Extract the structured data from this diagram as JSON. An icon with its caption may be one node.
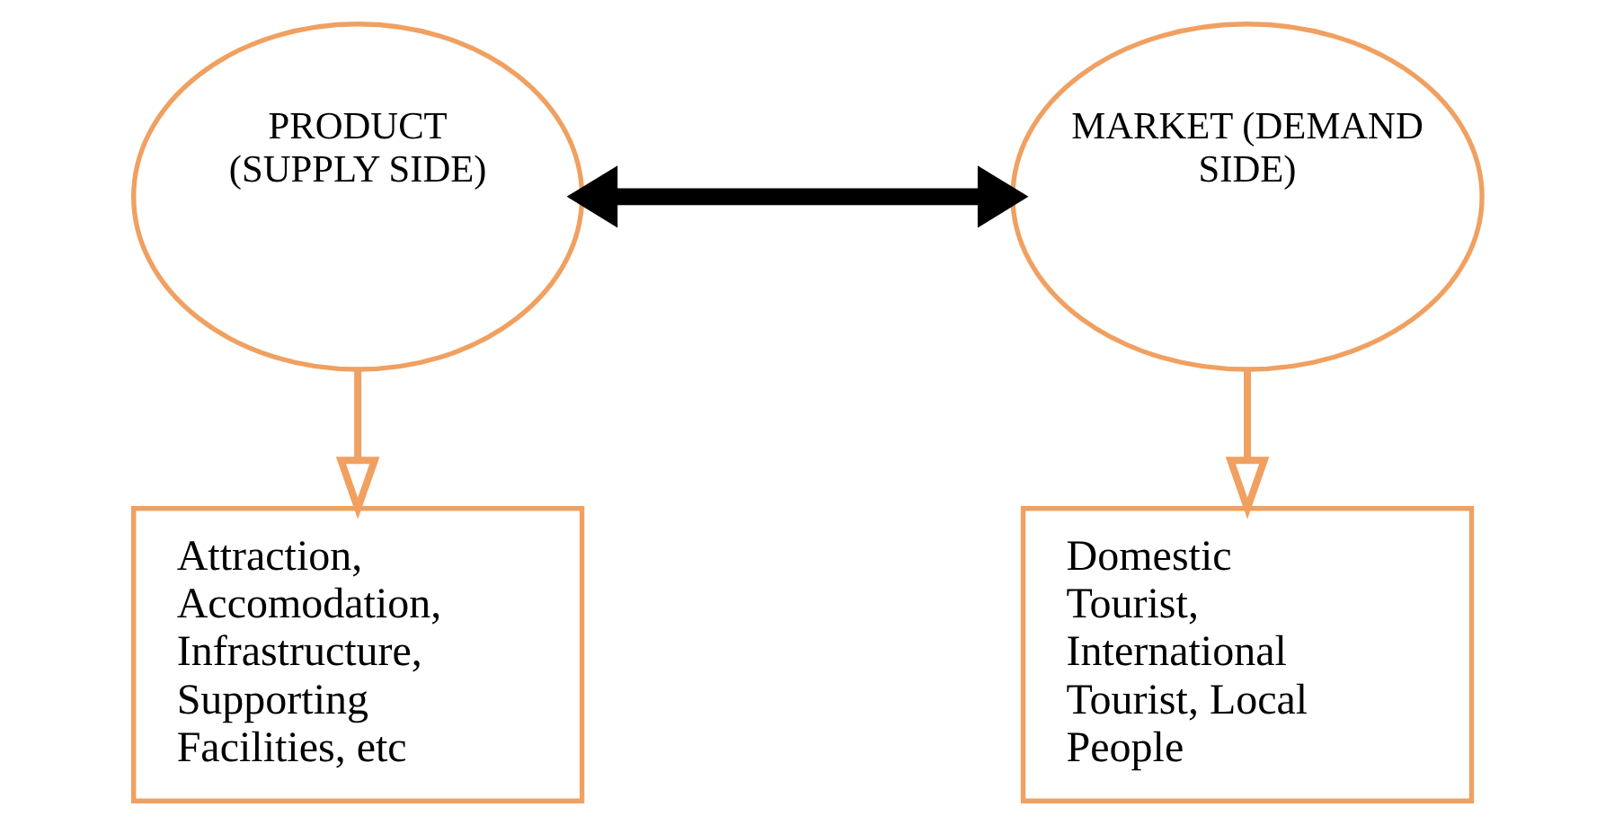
{
  "diagram": {
    "nodes": [
      {
        "text": [
          "PRODUCT (SUPPLY SIDE)"
        ]
      },
      {
        "text": [
          "MARKET (DEMAND SIDE)"
        ]
      },
      {
        "text": [
          "Attraction, Accomodation, Infrastructure, Supporting Facilities, etc"
        ]
      },
      {
        "text": [
          "Domestic Tourist, International Tourist, Local People"
        ]
      }
    ],
    "edges": [
      {
        "from": 0,
        "to": 1,
        "arrow": "both",
        "style": "thick",
        "color": "#000000"
      },
      {
        "from": 0,
        "to": 2,
        "arrow": "to"
      },
      {
        "from": 1,
        "to": 3,
        "arrow": "to"
      }
    ]
  }
}
